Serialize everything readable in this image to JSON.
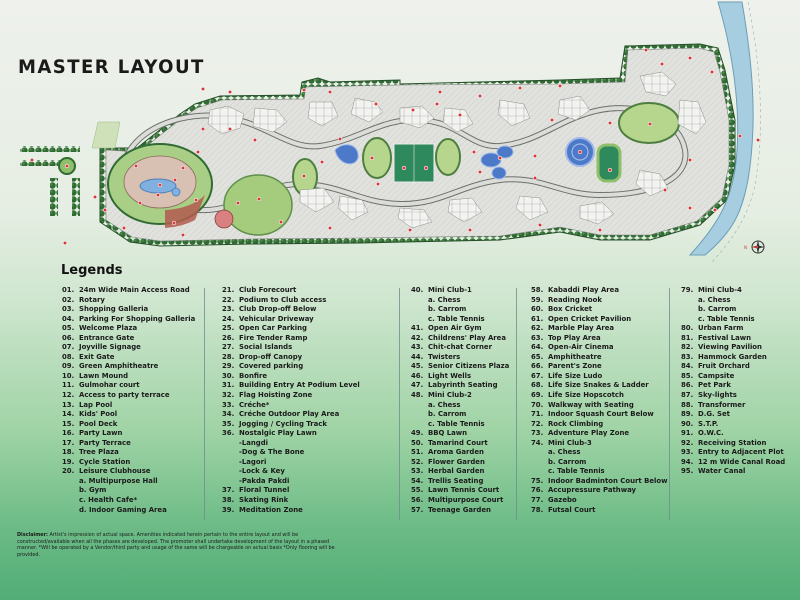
{
  "title": "MASTER LAYOUT",
  "legends_title": "Legends",
  "map": {
    "description": "Illustrated site master plan with buildings, gardens, pools, courts and numbered red markers",
    "colors": {
      "lawn": "#bcd89a",
      "lawn_dark": "#8fbf6a",
      "trees": "#2f6b33",
      "road": "#d6d8d4",
      "road_edge": "#6d716d",
      "buildings": "#f2f2f0",
      "pool": "#5b8fd4",
      "court": "#2e8a5c",
      "canal": "#9fc6dc",
      "marker": "#d23a3a",
      "paving": "#c9a79a"
    },
    "compass_label": "N"
  },
  "legend_columns": [
    [
      {
        "num": "01.",
        "label": "24m Wide Main Access Road"
      },
      {
        "num": "02.",
        "label": "Rotary"
      },
      {
        "num": "03.",
        "label": "Shopping Galleria"
      },
      {
        "num": "04.",
        "label": "Parking For Shopping Galleria"
      },
      {
        "num": "05.",
        "label": "Welcome Plaza"
      },
      {
        "num": "06.",
        "label": "Entrance Gate"
      },
      {
        "num": "07.",
        "label": "Joyville Signage"
      },
      {
        "num": "08.",
        "label": "Exit Gate"
      },
      {
        "num": "09.",
        "label": "Green Amphitheatre"
      },
      {
        "num": "10.",
        "label": "Lawn Mound"
      },
      {
        "num": "11.",
        "label": "Gulmohar court"
      },
      {
        "num": "12.",
        "label": " Access to party terrace"
      },
      {
        "num": "13.",
        "label": "Lap Pool"
      },
      {
        "num": "14.",
        "label": "Kids' Pool"
      },
      {
        "num": "15.",
        "label": "Pool Deck"
      },
      {
        "num": "16.",
        "label": "Party Lawn"
      },
      {
        "num": "17.",
        "label": "Party Terrace"
      },
      {
        "num": "18.",
        "label": "Tree Plaza"
      },
      {
        "num": "19.",
        "label": "Cycle Station"
      },
      {
        "num": "20.",
        "label": "Leisure Clubhouse"
      },
      {
        "num": "",
        "label": "a. Multipurpose Hall",
        "sub": true
      },
      {
        "num": "",
        "label": "b. Gym",
        "sub": true
      },
      {
        "num": "",
        "label": "c. Health Cafe*",
        "sub": true
      },
      {
        "num": "",
        "label": "d. Indoor Gaming Area",
        "sub": true
      }
    ],
    [
      {
        "num": "21.",
        "label": "Club Forecourt"
      },
      {
        "num": "22.",
        "label": "Podium to Club access"
      },
      {
        "num": "23.",
        "label": "Club Drop-off Below"
      },
      {
        "num": "24.",
        "label": "Vehicular Driveway"
      },
      {
        "num": "25.",
        "label": "Open Car Parking"
      },
      {
        "num": "26.",
        "label": "Fire Tender Ramp"
      },
      {
        "num": "27.",
        "label": "Social Islands"
      },
      {
        "num": "28.",
        "label": "Drop-off Canopy"
      },
      {
        "num": "29.",
        "label": "Covered parking"
      },
      {
        "num": "30.",
        "label": "Bonfire"
      },
      {
        "num": "31.",
        "label": "Building Entry At Podium Level"
      },
      {
        "num": "32.",
        "label": "Flag Hoisting Zone"
      },
      {
        "num": "33.",
        "label": "Créche*"
      },
      {
        "num": "34.",
        "label": "Créche Outdoor Play Area"
      },
      {
        "num": "35.",
        "label": "Jogging / Cycling Track"
      },
      {
        "num": "36.",
        "label": "Nostalgic Play Lawn"
      },
      {
        "num": "",
        "label": "-Langdi",
        "sub": true
      },
      {
        "num": "",
        "label": "-Dog & The Bone",
        "sub": true
      },
      {
        "num": "",
        "label": "-Lagori",
        "sub": true
      },
      {
        "num": "",
        "label": "-Lock & Key",
        "sub": true
      },
      {
        "num": "",
        "label": "-Pakda Pakdi",
        "sub": true
      },
      {
        "num": "37.",
        "label": "Floral Tunnel"
      },
      {
        "num": "38.",
        "label": "Skating Rink"
      },
      {
        "num": "39.",
        "label": "Meditation Zone"
      }
    ],
    [
      {
        "num": "40.",
        "label": "Mini Club-1"
      },
      {
        "num": "",
        "label": "a. Chess",
        "sub": true
      },
      {
        "num": "",
        "label": "b. Carrom",
        "sub": true
      },
      {
        "num": "",
        "label": "c. Table Tennis",
        "sub": true
      },
      {
        "num": "41.",
        "label": "Open Air Gym"
      },
      {
        "num": "42.",
        "label": "Childrens' Play Area"
      },
      {
        "num": "43.",
        "label": "Chit-chat Corner"
      },
      {
        "num": "44.",
        "label": "Twisters"
      },
      {
        "num": "45.",
        "label": "Senior Citizens Plaza"
      },
      {
        "num": "46.",
        "label": "Light Wells"
      },
      {
        "num": "47.",
        "label": "Labyrinth Seating"
      },
      {
        "num": "48.",
        "label": "Mini Club-2"
      },
      {
        "num": "",
        "label": "a. Chess",
        "sub": true
      },
      {
        "num": "",
        "label": "b. Carrom",
        "sub": true
      },
      {
        "num": "",
        "label": "c. Table Tennis",
        "sub": true
      },
      {
        "num": "49.",
        "label": "BBQ Lawn"
      },
      {
        "num": "50.",
        "label": "Tamarind Court"
      },
      {
        "num": "51.",
        "label": "Aroma Garden"
      },
      {
        "num": "52.",
        "label": "Flower Garden"
      },
      {
        "num": "53.",
        "label": "Herbal Garden"
      },
      {
        "num": "54.",
        "label": "Trellis Seating"
      },
      {
        "num": "55.",
        "label": "Lawn Tennis Court"
      },
      {
        "num": "56.",
        "label": "Multipurpose Court"
      },
      {
        "num": "57.",
        "label": "Teenage Garden"
      }
    ],
    [
      {
        "num": "58.",
        "label": "Kabaddi Play Area"
      },
      {
        "num": "59.",
        "label": "Reading Nook"
      },
      {
        "num": "60.",
        "label": "Box Cricket"
      },
      {
        "num": "61.",
        "label": "Open Cricket Pavilion"
      },
      {
        "num": "62.",
        "label": "Marble Play Area"
      },
      {
        "num": "63.",
        "label": "Top Play Area"
      },
      {
        "num": "64.",
        "label": "Open-Air Cinema"
      },
      {
        "num": "65.",
        "label": "Amphitheatre"
      },
      {
        "num": "66.",
        "label": "Parent's Zone"
      },
      {
        "num": "67.",
        "label": "Life Size Ludo"
      },
      {
        "num": "68.",
        "label": "Life Size Snakes & Ladder"
      },
      {
        "num": "69.",
        "label": "Life Size Hopscotch"
      },
      {
        "num": "70.",
        "label": "Walkway with Seating"
      },
      {
        "num": "71.",
        "label": "Indoor Squash Court Below"
      },
      {
        "num": "72.",
        "label": "Rock Climbing"
      },
      {
        "num": "73.",
        "label": "Adventure Play Zone"
      },
      {
        "num": "74.",
        "label": "Mini Club-3"
      },
      {
        "num": "",
        "label": "a. Chess",
        "sub": true
      },
      {
        "num": "",
        "label": "b. Carrom",
        "sub": true
      },
      {
        "num": "",
        "label": "c. Table Tennis",
        "sub": true
      },
      {
        "num": "75.",
        "label": "Indoor Badminton Court Below"
      },
      {
        "num": "76.",
        "label": "Accupressure Pathway"
      },
      {
        "num": "77.",
        "label": "Gazebo"
      },
      {
        "num": "78.",
        "label": "Futsal Court"
      }
    ],
    [
      {
        "num": "79.",
        "label": "Mini Club-4"
      },
      {
        "num": "",
        "label": "a. Chess",
        "sub": true
      },
      {
        "num": "",
        "label": "b. Carrom",
        "sub": true
      },
      {
        "num": "",
        "label": "c. Table Tennis",
        "sub": true
      },
      {
        "num": "80.",
        "label": "Urban Farm"
      },
      {
        "num": "81.",
        "label": "Festival Lawn"
      },
      {
        "num": "82.",
        "label": "Viewing Pavilion"
      },
      {
        "num": "83.",
        "label": "Hammock Garden"
      },
      {
        "num": "84.",
        "label": "Fruit Orchard"
      },
      {
        "num": "85.",
        "label": "Campsite"
      },
      {
        "num": "86.",
        "label": "Pet Park"
      },
      {
        "num": "87.",
        "label": "Sky-lights"
      },
      {
        "num": "88.",
        "label": "Transformer"
      },
      {
        "num": "89.",
        "label": "D.G. Set"
      },
      {
        "num": "90.",
        "label": "S.T.P."
      },
      {
        "num": "91.",
        "label": "O.W.C."
      },
      {
        "num": "92.",
        "label": "Receiving Station"
      },
      {
        "num": "93.",
        "label": "Entry to Adjacent Plot"
      },
      {
        "num": "94.",
        "label": "12 m Wide Canal Road"
      },
      {
        "num": "95.",
        "label": "Water Canal"
      }
    ]
  ],
  "disclaimer": {
    "heading": "Disclaimer:",
    "text": " Artist's impression of actual space. Amenities indicated herein pertain to the entire layout and will be constructed/available when all the phases are developed. The promoter shall undertake development of the layout in a phased manner. *Will be operated by a Vendor/third party and usage of the same will be chargeable on actual basis *Only flooring will be provided."
  }
}
